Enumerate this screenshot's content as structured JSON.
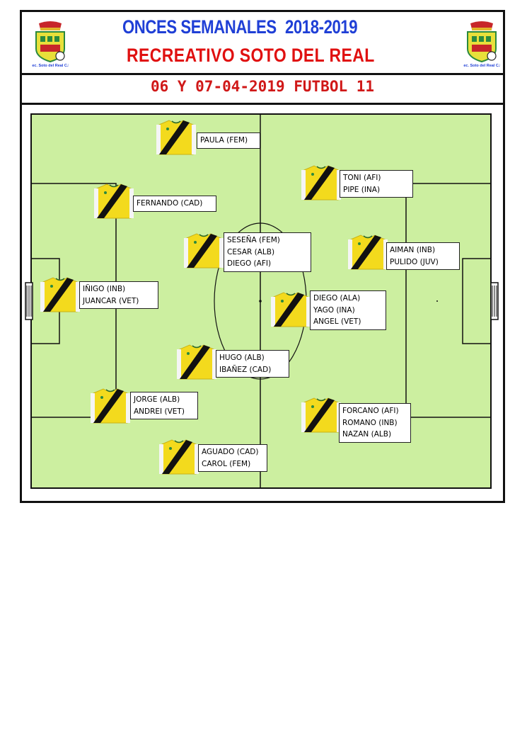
{
  "header": {
    "title_left": "ONCES SEMANALES",
    "season": "2018-2019",
    "club": "RECREATIVO   SOTO   DEL   REAL",
    "crest_text": "Rec. Soto del Real C.F."
  },
  "subheader": {
    "match": "06 Y 07-04-2019  FUTBOL 11"
  },
  "colors": {
    "title_blue": "#1f3fd6",
    "title_red": "#e01010",
    "pitch": "#ccefa0",
    "shirt_yellow": "#f3da1d",
    "sash": "#111111"
  },
  "players": {
    "p1": [
      "PAULA (FEM)"
    ],
    "p2": [
      "TONI (AFI)",
      "PIPE (INA)"
    ],
    "p3": [
      "FERNANDO (CAD)"
    ],
    "p4": [
      "SESEÑA (FEM)",
      "CESAR (ALB)",
      "DIEGO (AFI)"
    ],
    "p5": [
      "AIMAN (INB)",
      "PULIDO (JUV)"
    ],
    "p6": [
      "IÑIGO (INB)",
      "JUANCAR (VET)"
    ],
    "p7": [
      "DIEGO (ALA)",
      "YAGO (INA)",
      "ANGEL (VET)"
    ],
    "p8": [
      "HUGO (ALB)",
      "IBAÑEZ (CAD)"
    ],
    "p9": [
      "JORGE (ALB)",
      "ANDREI (VET)"
    ],
    "p10": [
      "FORCANO (AFI)",
      "ROMANO (INB)",
      "NAZAN (ALB)"
    ],
    "p11": [
      "AGUADO (CAD)",
      "CAROL (FEM)"
    ]
  }
}
